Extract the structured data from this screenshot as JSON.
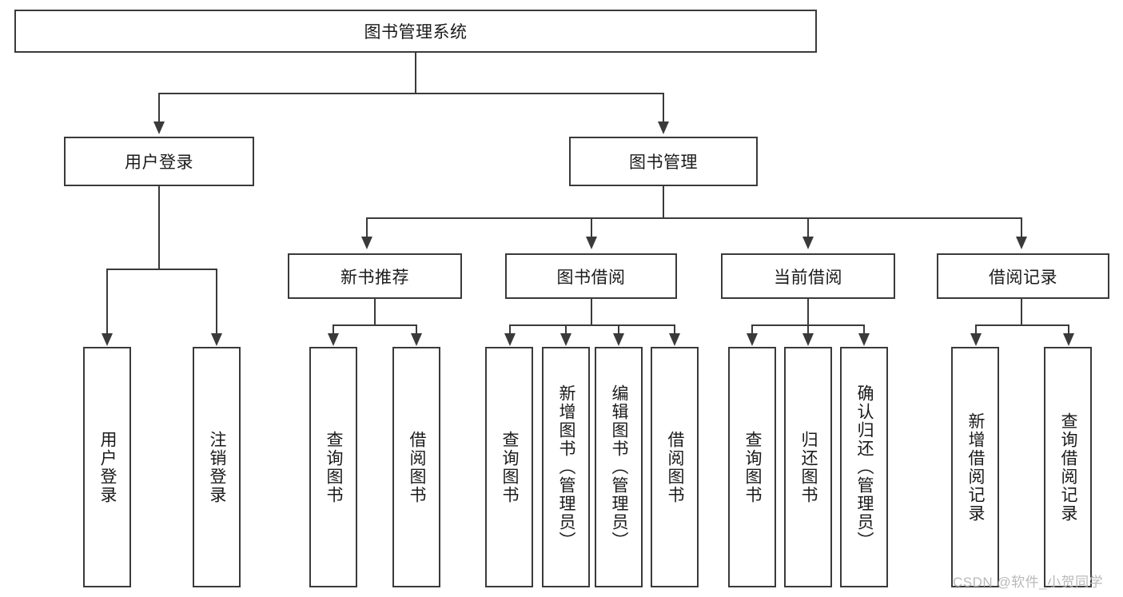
{
  "diagram": {
    "type": "tree-hierarchy",
    "title": "图书管理系统",
    "watermark": "CSDN @软件_小贺同学",
    "colors": {
      "stroke": "#3a3a3a",
      "fill": "#ffffff",
      "text": "#1a1a1a",
      "watermark": "#b9b9b9"
    },
    "nodes": {
      "root": "图书管理系统",
      "level2": [
        "用户登录",
        "图书管理"
      ],
      "level3": [
        "新书推荐",
        "图书借阅",
        "当前借阅",
        "借阅记录"
      ],
      "leaves": {
        "user_login": [
          "用户登录",
          "注销登录"
        ],
        "new_book_rec": [
          "查询图书",
          "借阅图书"
        ],
        "book_borrow": [
          "查询图书",
          "新增图书（管理员）",
          "编辑图书（管理员）",
          "借阅图书"
        ],
        "current_borrow": [
          "查询图书",
          "归还图书",
          "确认归还（管理员）"
        ],
        "borrow_record": [
          "新增借阅记录",
          "查询借阅记录"
        ]
      }
    }
  }
}
